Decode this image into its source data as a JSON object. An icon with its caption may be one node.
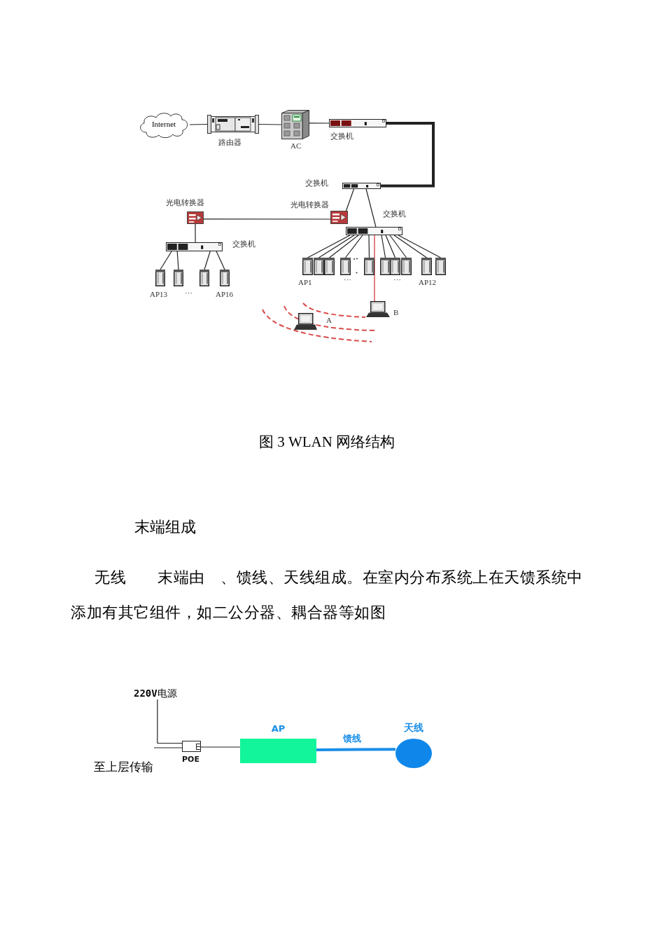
{
  "diagram": {
    "caption": "图 3 WLAN 网络结构",
    "nodes": [
      {
        "text": [
          "Internet"
        ]
      },
      {
        "text": [],
        "shape": "picture",
        "beside": [
          "路由器"
        ]
      },
      {
        "text": [],
        "shape": "picture",
        "beside": [
          "AC"
        ]
      },
      {
        "text": [],
        "shape": "picture",
        "beside": [
          "交换机"
        ]
      },
      {
        "text": [],
        "shape": "picture",
        "beside": [
          "交换机"
        ]
      },
      {
        "text": [],
        "shape": "picture",
        "beside": [
          "光电转换器"
        ]
      },
      {
        "text": [],
        "shape": "picture",
        "beside": [
          "光电转换器"
        ]
      },
      {
        "text": [],
        "shape": "picture",
        "beside": [
          "交换机"
        ]
      },
      {
        "text": [],
        "shape": "picture",
        "beside": [
          "交换机"
        ]
      },
      {
        "text": [],
        "shape": "picture",
        "beside": [
          "AP13"
        ]
      },
      {
        "text": [],
        "shape": "picture"
      },
      {
        "text": [],
        "shape": "picture"
      },
      {
        "text": [],
        "shape": "picture",
        "beside": [
          "AP16"
        ]
      },
      {
        "text": [],
        "shape": "picture",
        "beside": [
          "AP1"
        ]
      },
      {
        "text": [],
        "shape": "picture"
      },
      {
        "text": [],
        "shape": "picture"
      },
      {
        "text": [],
        "shape": "picture"
      },
      {
        "text": [],
        "shape": "picture"
      },
      {
        "text": [],
        "shape": "picture"
      },
      {
        "text": [],
        "shape": "picture"
      },
      {
        "text": [],
        "shape": "picture"
      },
      {
        "text": [],
        "shape": "picture"
      },
      {
        "text": [],
        "shape": "picture",
        "beside": [
          "AP12"
        ]
      },
      {
        "text": [],
        "shape": "picture",
        "beside": [
          "B"
        ]
      },
      {
        "text": [],
        "shape": "picture",
        "beside": [
          "A"
        ]
      },
      {
        "text": [
          "**220V**电源"
        ]
      },
      {
        "text": [],
        "shape": "box",
        "beside": [
          "POE"
        ]
      },
      {
        "text": [
          "AP"
        ]
      },
      {
        "text": [
          "天线"
        ]
      }
    ],
    "edges": [
      {
        "from": 0,
        "to": 1,
        "arrow": "none"
      },
      {
        "from": 1,
        "to": 2,
        "arrow": "none"
      },
      {
        "from": 2,
        "to": 3,
        "arrow": "none"
      },
      {
        "from": 3,
        "to": 4,
        "arrow": "none",
        "style": "thick"
      },
      {
        "from": 4,
        "to": 6,
        "arrow": "none"
      },
      {
        "from": 4,
        "to": 7,
        "arrow": "none"
      },
      {
        "from": 6,
        "to": 5,
        "arrow": "none"
      },
      {
        "from": 5,
        "to": 8,
        "arrow": "none"
      },
      {
        "from": 8,
        "to": 9,
        "arrow": "none"
      },
      {
        "from": 8,
        "to": 10,
        "arrow": "none"
      },
      {
        "from": 8,
        "to": 11,
        "arrow": "none"
      },
      {
        "from": 8,
        "to": 12,
        "arrow": "none"
      },
      {
        "from": 7,
        "to": 13,
        "arrow": "none"
      },
      {
        "from": 7,
        "to": 14,
        "arrow": "none"
      },
      {
        "from": 7,
        "to": 15,
        "arrow": "none"
      },
      {
        "from": 7,
        "to": 16,
        "arrow": "none"
      },
      {
        "from": 7,
        "to": 17,
        "arrow": "none"
      },
      {
        "from": 7,
        "to": 18,
        "arrow": "none"
      },
      {
        "from": 7,
        "to": 19,
        "arrow": "none"
      },
      {
        "from": 7,
        "to": 20,
        "arrow": "none"
      },
      {
        "from": 7,
        "to": 21,
        "arrow": "none"
      },
      {
        "from": 7,
        "to": 22,
        "arrow": "none"
      },
      {
        "from": 7,
        "to": 23,
        "arrow": "none",
        "color": "#d42a2a"
      },
      {
        "from": 25,
        "to": 26,
        "arrow": "none"
      },
      {
        "from": null,
        "to": 26,
        "arrow": "none",
        "label": "至上层传输"
      },
      {
        "from": 26,
        "to": 27,
        "arrow": "none"
      },
      {
        "from": 27,
        "to": 28,
        "arrow": "none",
        "label": "馈线",
        "style": "thick",
        "color": "#1a8fe8"
      }
    ],
    "labels": [
      "···",
      "···",
      "···",
      "末端组成",
      "无线　　末端由　、馈线、天线组成。在室内分布系统上在天馈系统中添加有其它组件，如二公分器、耦合器等如图"
    ]
  }
}
